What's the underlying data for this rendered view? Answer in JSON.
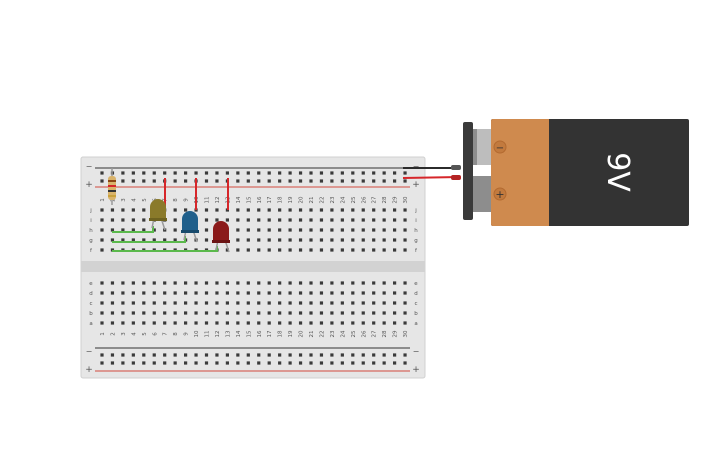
{
  "workspace": {
    "title": "Circuit workspace"
  },
  "breadboard": {
    "columns": 30,
    "row_letters_top": [
      "j",
      "i",
      "h",
      "g",
      "f"
    ],
    "row_letters_bottom": [
      "e",
      "d",
      "c",
      "b",
      "a"
    ],
    "rail_minus": "−",
    "rail_plus": "+",
    "colors": {
      "body": "#e6e6e6",
      "hole": "#3a3a3a",
      "rail_red": "#d24a3f",
      "rail_dark": "#333333",
      "divider": "#d2d2d2"
    }
  },
  "battery": {
    "label": "9V",
    "terminal_minus": "−",
    "terminal_plus": "+",
    "colors": {
      "body": "#333333",
      "band": "#cf8a4e",
      "cap": "#bdbdbd"
    }
  },
  "components": {
    "resistor": {
      "name": "resistor",
      "color": "#d9b36b"
    },
    "leds": [
      {
        "name": "yellow-led",
        "color": "#8a7a2a"
      },
      {
        "name": "blue-led",
        "color": "#1f5f8b"
      },
      {
        "name": "red-led",
        "color": "#8b1a1a"
      }
    ],
    "wires": {
      "red": "#d6262a",
      "green": "#5bb94c",
      "black": "#2b2b2b"
    }
  }
}
